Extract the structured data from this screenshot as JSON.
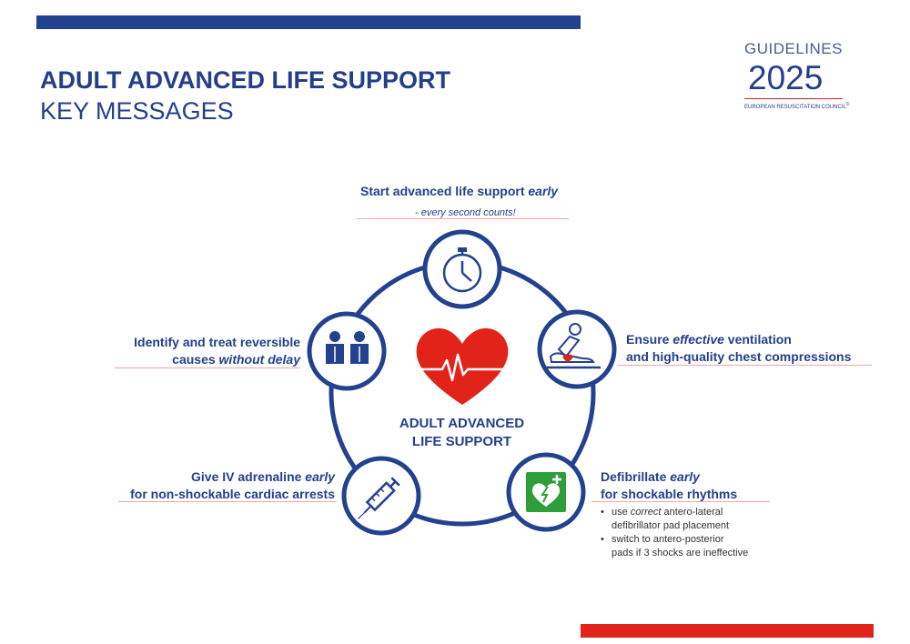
{
  "header": {
    "title": "ADULT ADVANCED LIFE SUPPORT",
    "subtitle": "KEY MESSAGES"
  },
  "logo": {
    "line1": "GUIDELINES",
    "year": "2025",
    "org": "EUROPEAN RESUSCITATION COUNCIL",
    "org_mark": "©"
  },
  "center": {
    "line1": "ADULT ADVANCED",
    "line2": "LIFE SUPPORT"
  },
  "messages": {
    "top": {
      "pre": "Start advanced life support ",
      "em": "early",
      "note": "- every second counts!"
    },
    "right": {
      "l1_pre": "Ensure ",
      "l1_em": "effective",
      "l1_post": " ventilation",
      "l2": "and high-quality chest compressions"
    },
    "bottom_right": {
      "l1_pre": "Defibrillate ",
      "l1_em": "early",
      "l2": "for shockable rhythms",
      "b1_pre": "use ",
      "b1_em": "correct",
      "b1_post": " antero-lateral",
      "b1_l2": "defibrillator pad placement",
      "b2_l1": "switch to antero-posterior",
      "b2_l2": "pads if 3 shocks are ineffective"
    },
    "bottom_left": {
      "l1_pre": "Give IV adrenaline ",
      "l1_em": "early",
      "l2": "for non-shockable cardiac arrests"
    },
    "left": {
      "l1": "Identify and treat reversible",
      "l2_pre": "causes ",
      "l2_em": "without delay"
    }
  },
  "icons": [
    "stopwatch-icon",
    "cpr-icon",
    "aed-icon",
    "syringe-icon",
    "two-people-icon",
    "heart-ecg-icon"
  ],
  "colors": {
    "navy": "#233f8c",
    "red": "#e2231a",
    "green": "#2e9e3a",
    "rule": "#f0a7a3"
  }
}
